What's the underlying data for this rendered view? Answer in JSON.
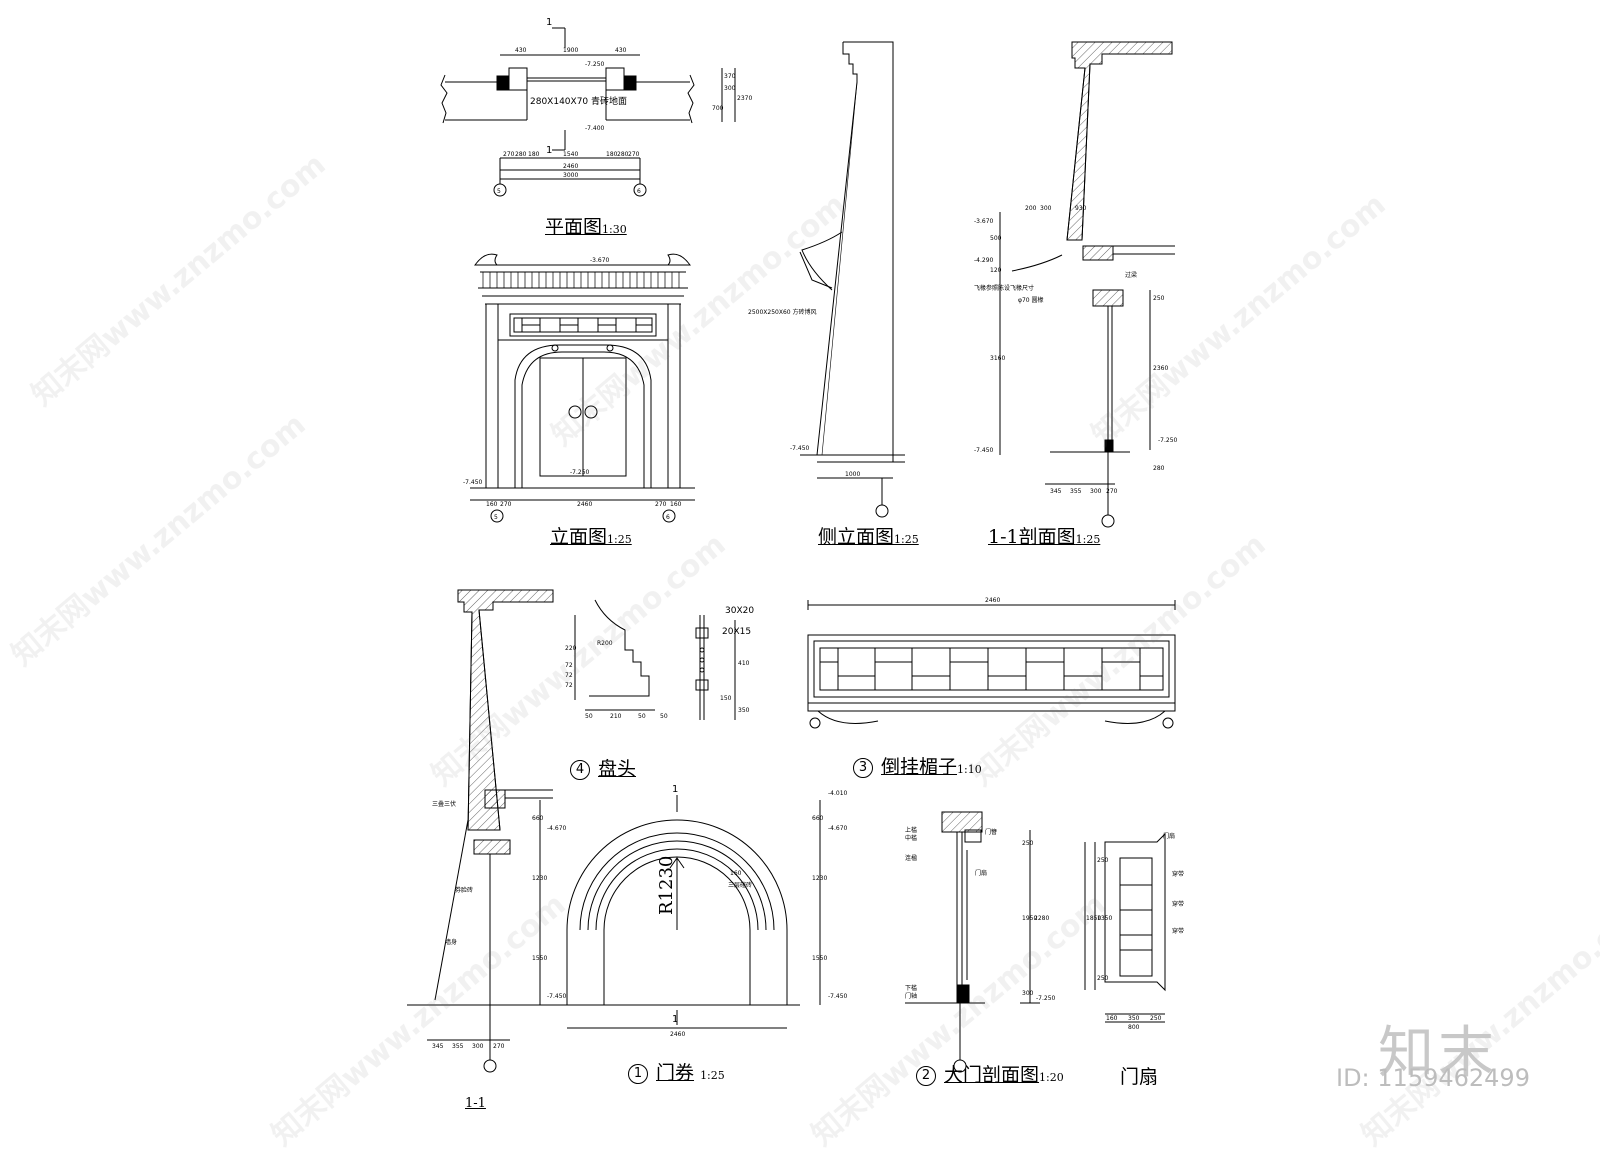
{
  "titles": {
    "plan": "平面图",
    "plan_scale": "1:30",
    "elevation": "立面图",
    "elevation_scale": "1:25",
    "side_elevation": "侧立面图",
    "side_scale": "1:25",
    "section_11": "1-1剖面图",
    "section_11_scale": "1:25",
    "coping": "盘头",
    "coping_num": "4",
    "lintel": "倒挂楣子",
    "lintel_num": "3",
    "lintel_scale": "1:10",
    "arch": "门券",
    "arch_num": "1",
    "arch_scale": "1:25",
    "gate_section": "大门剖面图",
    "gate_section_num": "2",
    "gate_section_scale": "1:20",
    "door_leaf": "门扇",
    "section_label": "1-1"
  },
  "plan": {
    "floor_note": "280X140X70  青砖地面",
    "cut_mark": "1",
    "dims_top": [
      "430",
      "1900",
      "430"
    ],
    "dims_bottom": [
      "270",
      "280",
      "180",
      "1540",
      "180",
      "280",
      "270"
    ],
    "dim_total_inner": "2460",
    "dim_total": "3000",
    "levels": [
      "-7.250",
      "-7.400"
    ],
    "grid": [
      "5",
      "6"
    ],
    "side_dims": [
      "370",
      "300",
      "700",
      "2370"
    ]
  },
  "elevation": {
    "top_level": "-3.670",
    "base_level": "-7.450",
    "door_level": "-7.250",
    "dims": [
      "160",
      "270",
      "2460",
      "270",
      "160"
    ],
    "grid": [
      "5",
      "6"
    ]
  },
  "side_elevation": {
    "level": "-7.450",
    "dim": "1000",
    "note": "2500X250X60  方砖博风"
  },
  "section": {
    "levels": [
      "-3.670",
      "-4.290",
      "-7.450",
      "-7.250"
    ],
    "dims_top": [
      "200",
      "300",
      "930"
    ],
    "dims_side": [
      "500",
      "120",
      "3160",
      "250",
      "2360",
      "280"
    ],
    "dims_bottom": [
      "345",
      "355",
      "300",
      "270"
    ],
    "notes": [
      "飞椽参照陈设飞椽尺寸",
      "φ70 圆椽",
      "过梁"
    ]
  },
  "coping": {
    "dims": [
      "220",
      "72",
      "72",
      "72",
      "50",
      "210",
      "50",
      "50"
    ],
    "radius": "R200",
    "rail_dims": [
      "30X20",
      "20X15"
    ],
    "rail_vals": [
      "410",
      "350",
      "150"
    ]
  },
  "lintel": {
    "width": "2460"
  },
  "arch": {
    "radius": "R1230",
    "levels": [
      "-4.010",
      "-4.670",
      "-7.450"
    ],
    "dims_side": [
      "660",
      "1230",
      "1550"
    ],
    "width": "2460",
    "note": "三层碹砖",
    "ring": "160",
    "cut": "1"
  },
  "section_b": {
    "dims_bottom": [
      "345",
      "355",
      "300",
      "270"
    ],
    "notes": [
      "三叠三伏",
      "券脸砖",
      "墙身"
    ]
  },
  "gate": {
    "levels": [
      "-7.250"
    ],
    "dims": [
      "250",
      "1950",
      "2280",
      "300"
    ],
    "notes": [
      "上槛",
      "中槛",
      "门簪",
      "下槛",
      "连楹",
      "门轴",
      "门扇"
    ]
  },
  "door": {
    "dims": [
      "160",
      "350",
      "250",
      "800",
      "250",
      "1350",
      "250",
      "1850"
    ],
    "notes": [
      "门扇",
      "穿带",
      "穿带",
      "穿带"
    ]
  },
  "watermark": {
    "text": "知末网www.znzmo.com",
    "brand": "知末",
    "id": "ID: 1159462499"
  },
  "colors": {
    "ink": "#000000",
    "watermark": "#c8c8c8"
  }
}
